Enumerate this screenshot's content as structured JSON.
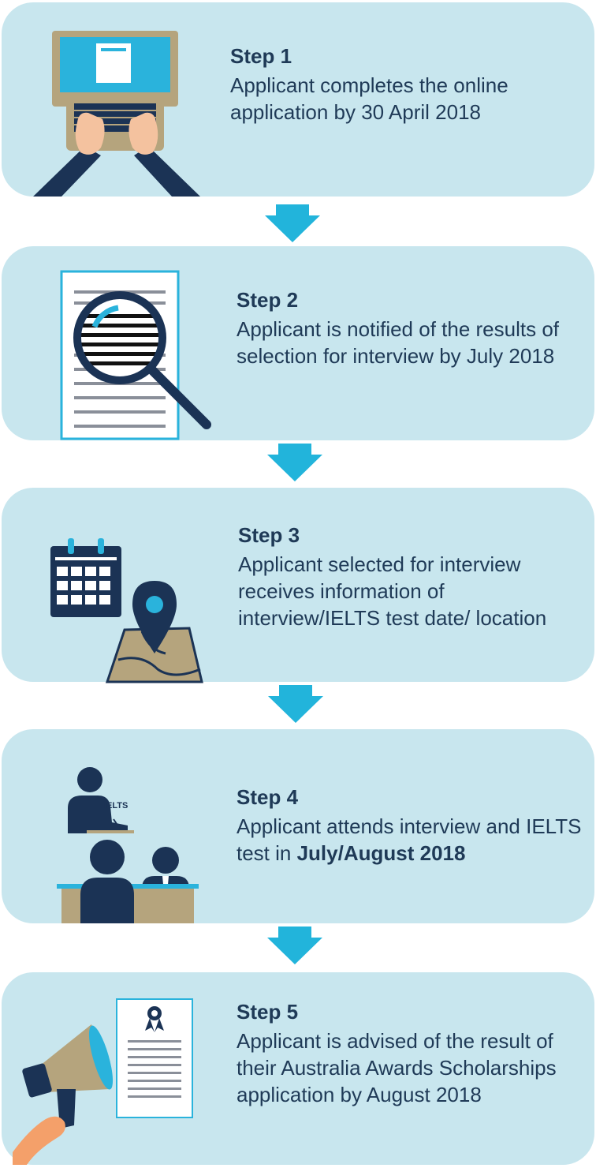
{
  "colors": {
    "card_bg": "#c8e6ee",
    "text": "#1f3a57",
    "arrow": "#22b4db",
    "navy": "#1b3355",
    "tan": "#b5a47d",
    "accent": "#2ab3dc"
  },
  "steps": [
    {
      "title": "Step 1",
      "desc": "Applicant completes the online application by 30 April 2018",
      "icon": "laptop-typing-icon"
    },
    {
      "title": "Step 2",
      "desc": "Applicant is notified of the results of selection for interview by July 2018",
      "icon": "magnifier-document-icon"
    },
    {
      "title": "Step 3",
      "desc": "Applicant selected for interview receives information of interview/IELTS test date/ location",
      "icon": "calendar-map-pin-icon"
    },
    {
      "title": "Step 4",
      "desc_prefix": "Applicant attends interview and IELTS test in ",
      "desc_bold": "July/August 2018",
      "icon": "interview-people-icon",
      "icon_label": "IELTS"
    },
    {
      "title": "Step 5",
      "desc": "Applicant is advised of the result of their Australia Awards Scholarships application by August 2018",
      "icon": "megaphone-certificate-icon"
    }
  ]
}
